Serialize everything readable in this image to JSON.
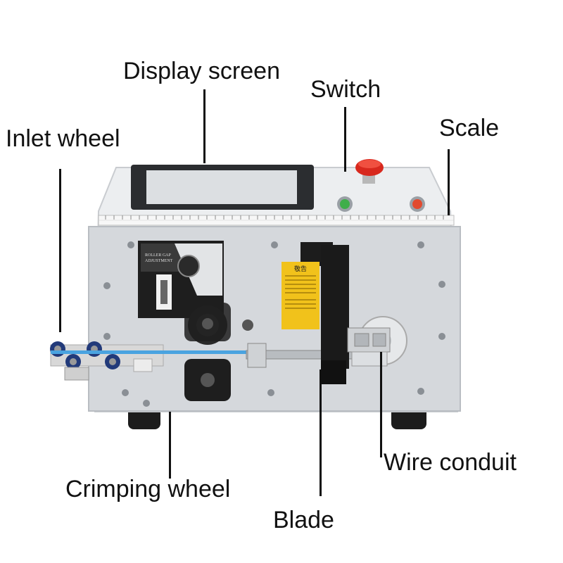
{
  "labels": {
    "display_screen": "Display screen",
    "switch": "Switch",
    "scale": "Scale",
    "inlet_wheel": "Inlet wheel",
    "crimping_wheel": "Crimping wheel",
    "blade": "Blade",
    "wire_conduit": "Wire conduit"
  },
  "panel": {
    "roller_gap": "ROLLER GAP",
    "adjustment": "ADJUSTMENT",
    "warning_title": "敬告"
  },
  "colors": {
    "body": "#eceef0",
    "front_plate": "#d5d8dc",
    "screen": "#2b2d30",
    "warning": "#f1c21b",
    "estop": "#d8281d",
    "wire": "#4aa3e0"
  }
}
